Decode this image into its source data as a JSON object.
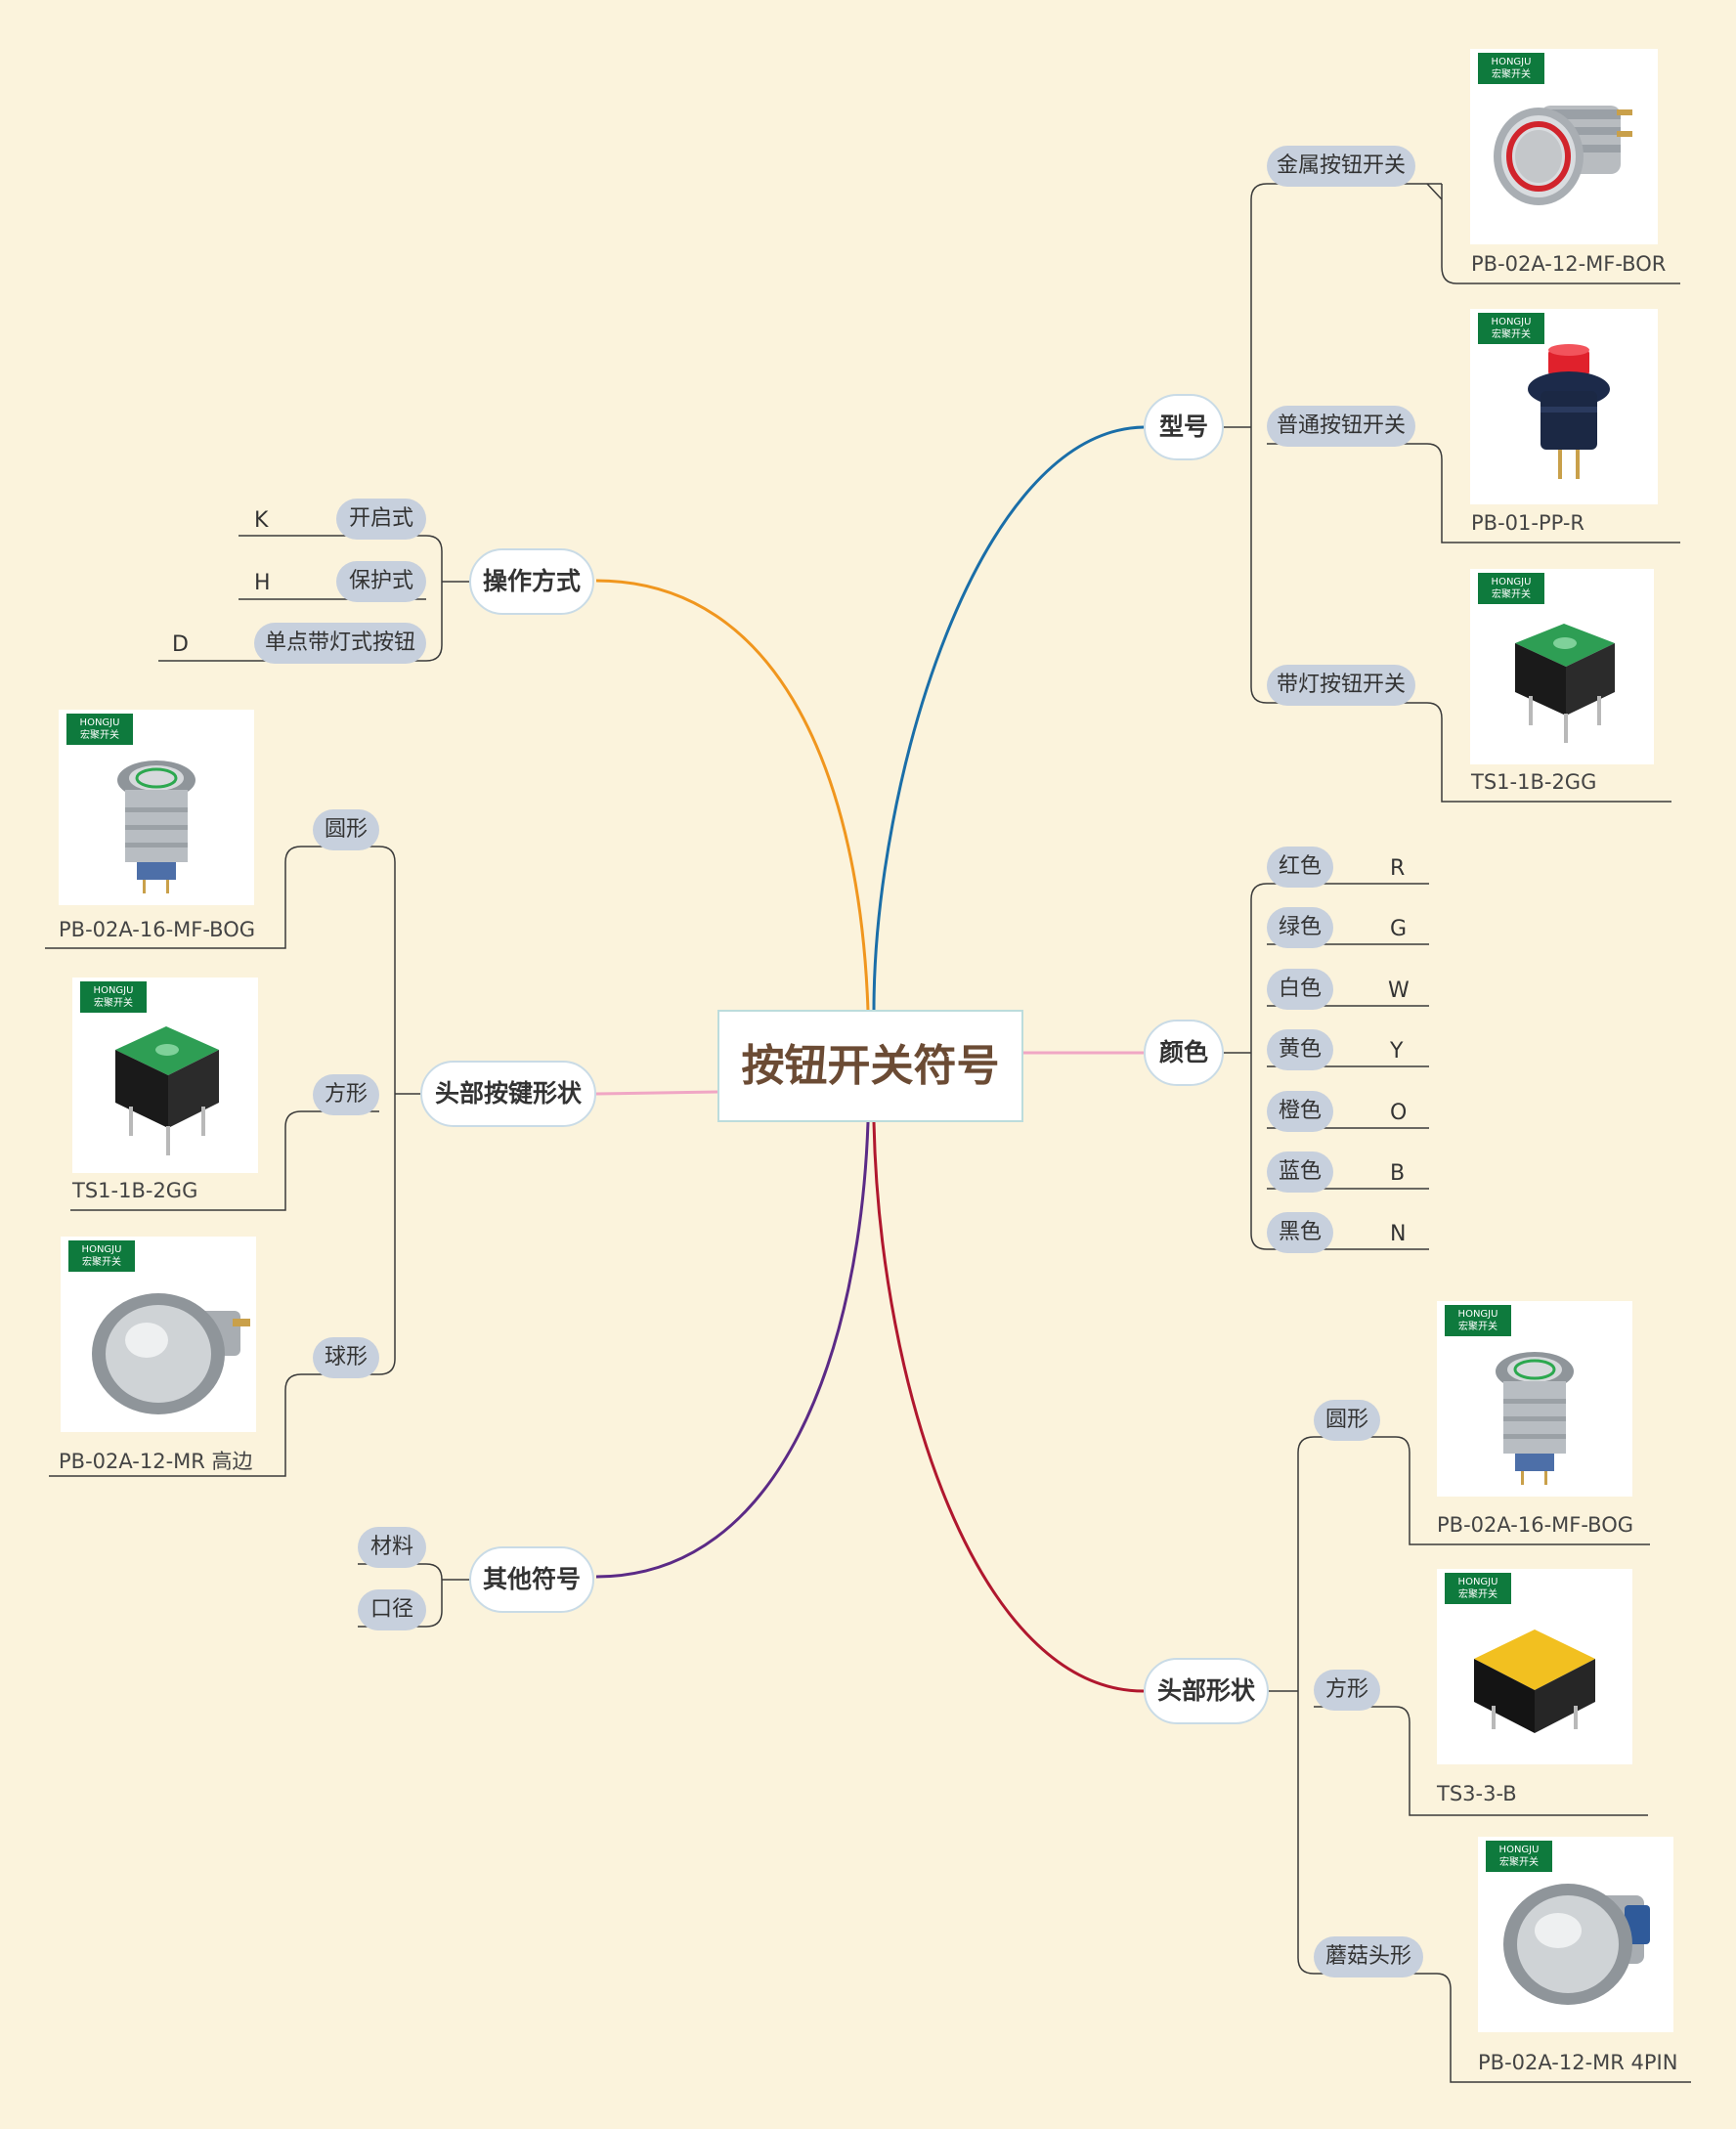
{
  "title": "按钮开关符号",
  "colors": {
    "background": "#fbf3dc",
    "pill": "#c7d0dd",
    "orange": "#f0961e",
    "blue": "#1a6ea8",
    "pink": "#f0a6c4",
    "purple": "#5b2a86",
    "red": "#b0172e"
  },
  "brand": {
    "name": "HONGJU",
    "sub": "宏聚开关"
  },
  "model": {
    "label": "型号",
    "items": [
      {
        "label": "金属按钮开关",
        "code": "PB-02A-12-MF-BOR",
        "icon": "metal-ring-led-button"
      },
      {
        "label": "普通按钮开关",
        "code": "PB-01-PP-R",
        "icon": "red-push-button"
      },
      {
        "label": "带灯按钮开关",
        "code": "TS1-1B-2GG",
        "icon": "green-square-tact-switch"
      }
    ]
  },
  "color": {
    "label": "颜色",
    "items": [
      {
        "label": "红色",
        "code": "R"
      },
      {
        "label": "绿色",
        "code": "G"
      },
      {
        "label": "白色",
        "code": "W"
      },
      {
        "label": "黄色",
        "code": "Y"
      },
      {
        "label": "橙色",
        "code": "O"
      },
      {
        "label": "蓝色",
        "code": "B"
      },
      {
        "label": "黑色",
        "code": "N"
      }
    ]
  },
  "head_shape": {
    "label": "头部形状",
    "items": [
      {
        "label": "圆形",
        "code": "PB-02A-16-MF-BOG",
        "icon": "round-metal-led-button"
      },
      {
        "label": "方形",
        "code": "TS3-3-B",
        "icon": "yellow-square-tact-switch"
      },
      {
        "label": "蘑菇头形",
        "code": "PB-02A-12-MR 4PIN",
        "icon": "mushroom-metal-button"
      }
    ]
  },
  "operation": {
    "label": "操作方式",
    "items": [
      {
        "label": "开启式",
        "code": "K"
      },
      {
        "label": "保护式",
        "code": "H"
      },
      {
        "label": "单点带灯式按钮",
        "code": "D"
      }
    ]
  },
  "key_shape": {
    "label": "头部按键形状",
    "items": [
      {
        "label": "圆形",
        "code": "PB-02A-16-MF-BOG",
        "icon": "round-metal-led-button"
      },
      {
        "label": "方形",
        "code": "TS1-1B-2GG",
        "icon": "green-square-tact-switch"
      },
      {
        "label": "球形",
        "code": "PB-02A-12-MR 高边",
        "icon": "dome-metal-button"
      }
    ]
  },
  "other": {
    "label": "其他符号",
    "items": [
      {
        "label": "材料"
      },
      {
        "label": "口径"
      }
    ]
  }
}
